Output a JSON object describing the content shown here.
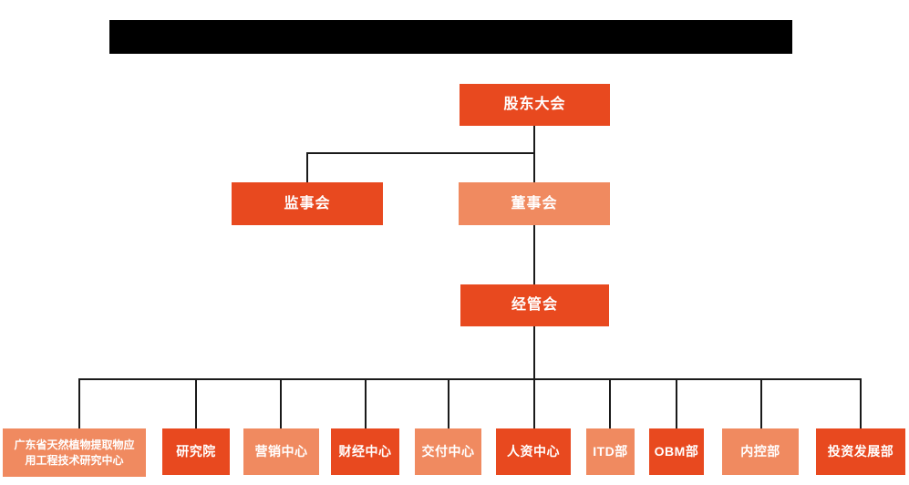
{
  "title_bar": {
    "label": ""
  },
  "colors": {
    "primary": "#e8491f",
    "secondary": "#f08a60",
    "connector": "#1a1a1a",
    "node_text": "#ffffff",
    "title_bg": "#000000",
    "page_bg": "#ffffff"
  },
  "chart_data": {
    "type": "org-chart",
    "legend": "none",
    "levels": 4,
    "nodes": {
      "shareholders_meeting": {
        "label": "股东大会",
        "variant": "primary",
        "level": 1,
        "reports_to": null
      },
      "supervisory_board": {
        "label": "监事会",
        "variant": "primary",
        "level": 2,
        "reports_to": "股东大会"
      },
      "board_of_directors": {
        "label": "董事会",
        "variant": "secondary",
        "level": 2,
        "reports_to": "股东大会"
      },
      "management_committee": {
        "label": "经管会",
        "variant": "primary",
        "level": 3,
        "reports_to": "董事会"
      },
      "gd_research_center": {
        "label": "广东省天然植物提取物应用工程技术研究中心",
        "variant": "secondary",
        "level": 4,
        "reports_to": "经管会"
      },
      "research_institute": {
        "label": "研究院",
        "variant": "primary",
        "level": 4,
        "reports_to": "经管会"
      },
      "marketing_center": {
        "label": "营销中心",
        "variant": "secondary",
        "level": 4,
        "reports_to": "经管会"
      },
      "finance_center": {
        "label": "财经中心",
        "variant": "primary",
        "level": 4,
        "reports_to": "经管会"
      },
      "delivery_center": {
        "label": "交付中心",
        "variant": "secondary",
        "level": 4,
        "reports_to": "经管会"
      },
      "hr_center": {
        "label": "人资中心",
        "variant": "primary",
        "level": 4,
        "reports_to": "经管会"
      },
      "itd_dept": {
        "label": "ITD部",
        "variant": "secondary",
        "level": 4,
        "reports_to": "经管会"
      },
      "obm_dept": {
        "label": "OBM部",
        "variant": "primary",
        "level": 4,
        "reports_to": "经管会"
      },
      "internal_control_dept": {
        "label": "内控部",
        "variant": "secondary",
        "level": 4,
        "reports_to": "经管会"
      },
      "investment_dev_dept": {
        "label": "投资发展部",
        "variant": "primary",
        "level": 4,
        "reports_to": "经管会"
      }
    }
  }
}
